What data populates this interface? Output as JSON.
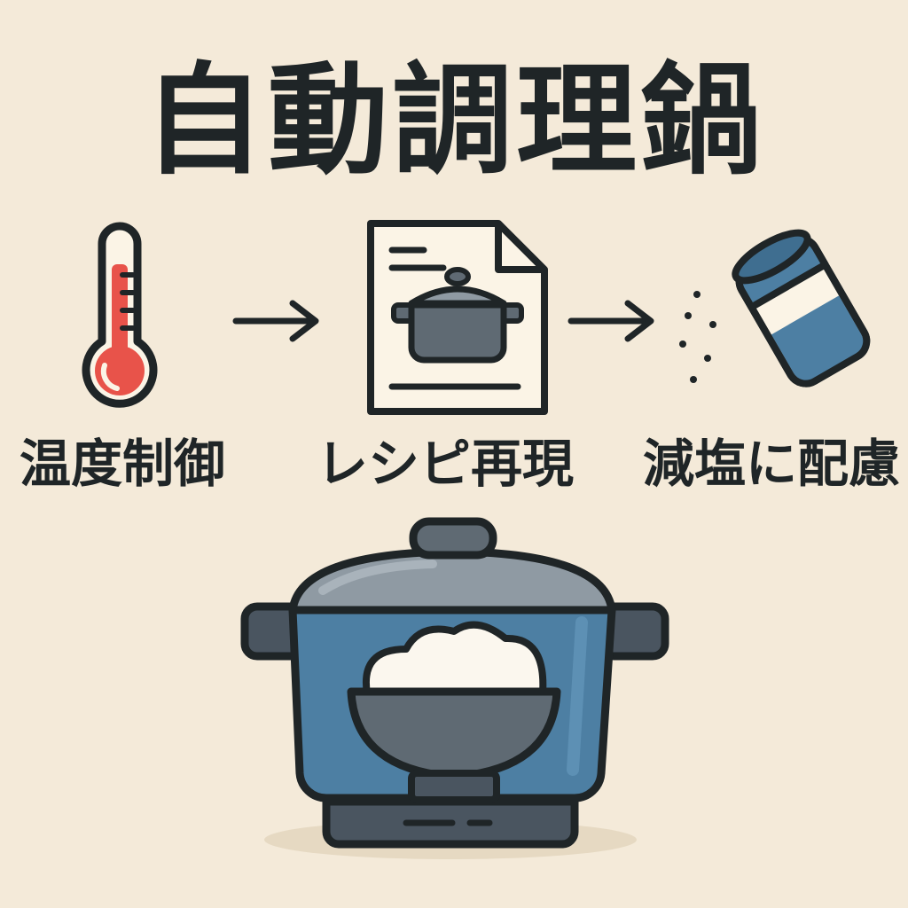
{
  "title": "自動調理鍋",
  "steps": [
    {
      "label": "温度制御",
      "icon": "thermometer-icon"
    },
    {
      "label": "レシピ再現",
      "icon": "recipe-document-icon"
    },
    {
      "label": "減塩に配慮",
      "icon": "salt-shaker-icon"
    }
  ],
  "main_icon": "electric-cooking-pot-icon",
  "colors": {
    "background": "#f4ead9",
    "outline": "#1f2527",
    "thermometer_red": "#e8534a",
    "pot_blue": "#4d7fa3",
    "pot_gray": "#5f6a73",
    "lid_gray": "#8f9aa3",
    "paper": "#fbf4e6",
    "rice_white": "#fbf7ee"
  }
}
